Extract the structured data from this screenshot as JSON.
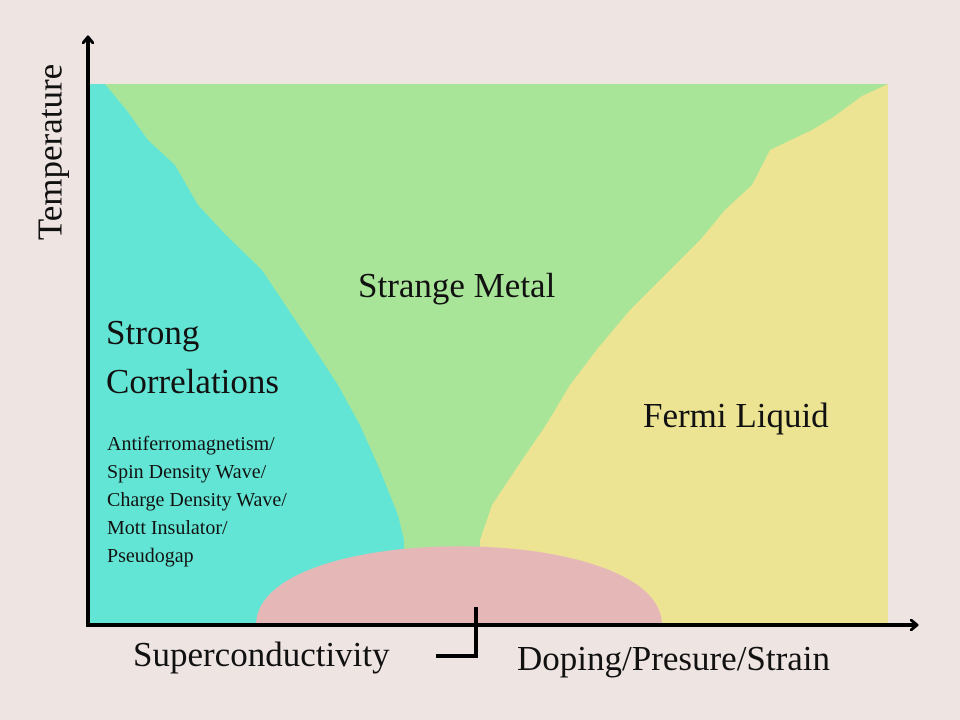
{
  "axes": {
    "y_label": "Temperature",
    "x_label": "Doping/Presure/Strain"
  },
  "regions": {
    "strange_metal": "Strange Metal",
    "strong_correlations": [
      "Strong",
      "Correlations"
    ],
    "fermi_liquid": "Fermi Liquid",
    "superconductivity": "Superconductivity"
  },
  "phases": [
    "Antiferromagnetism/",
    "Spin Density Wave/",
    "Charge Density Wave/",
    "Mott Insulator/",
    "Pseudogap"
  ],
  "colors": {
    "background": "#eee4e2",
    "strange_metal": "#a8e598",
    "strong_correlations": "#62e5d4",
    "fermi_liquid": "#ece493",
    "superconductivity": "#e6b7b7",
    "axis": "#000000"
  }
}
